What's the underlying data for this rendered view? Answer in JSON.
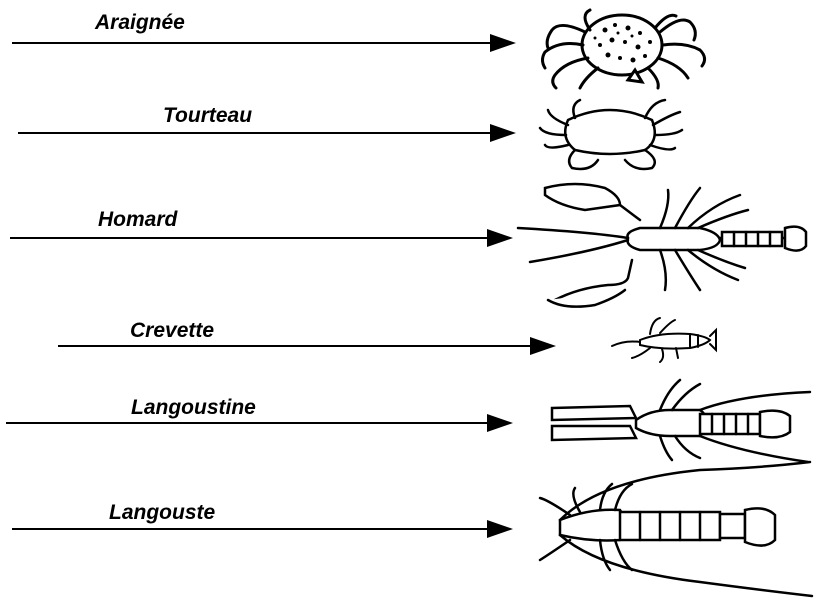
{
  "species": [
    {
      "label": "Araignée",
      "illustration_icon": "spider-crab-icon"
    },
    {
      "label": "Tourteau",
      "illustration_icon": "brown-crab-icon"
    },
    {
      "label": "Homard",
      "illustration_icon": "lobster-icon"
    },
    {
      "label": "Crevette",
      "illustration_icon": "shrimp-icon"
    },
    {
      "label": "Langoustine",
      "illustration_icon": "langoustine-icon"
    },
    {
      "label": "Langouste",
      "illustration_icon": "spiny-lobster-icon"
    }
  ],
  "ink_color": "#000000"
}
